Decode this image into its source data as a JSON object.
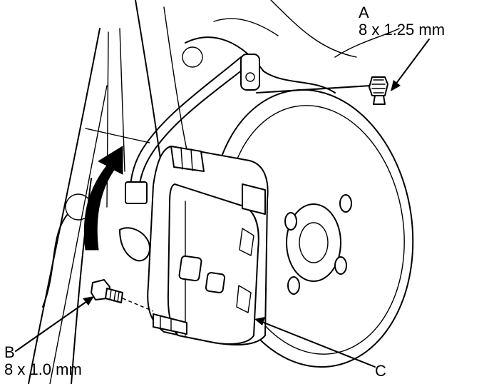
{
  "callouts": {
    "a": {
      "letter": "A",
      "spec": "8 x 1.25 mm"
    },
    "b": {
      "letter": "B",
      "spec": "8 x 1.0 mm"
    },
    "c": {
      "letter": "C"
    }
  },
  "colors": {
    "ink": "#000000",
    "paper": "#ffffff"
  }
}
